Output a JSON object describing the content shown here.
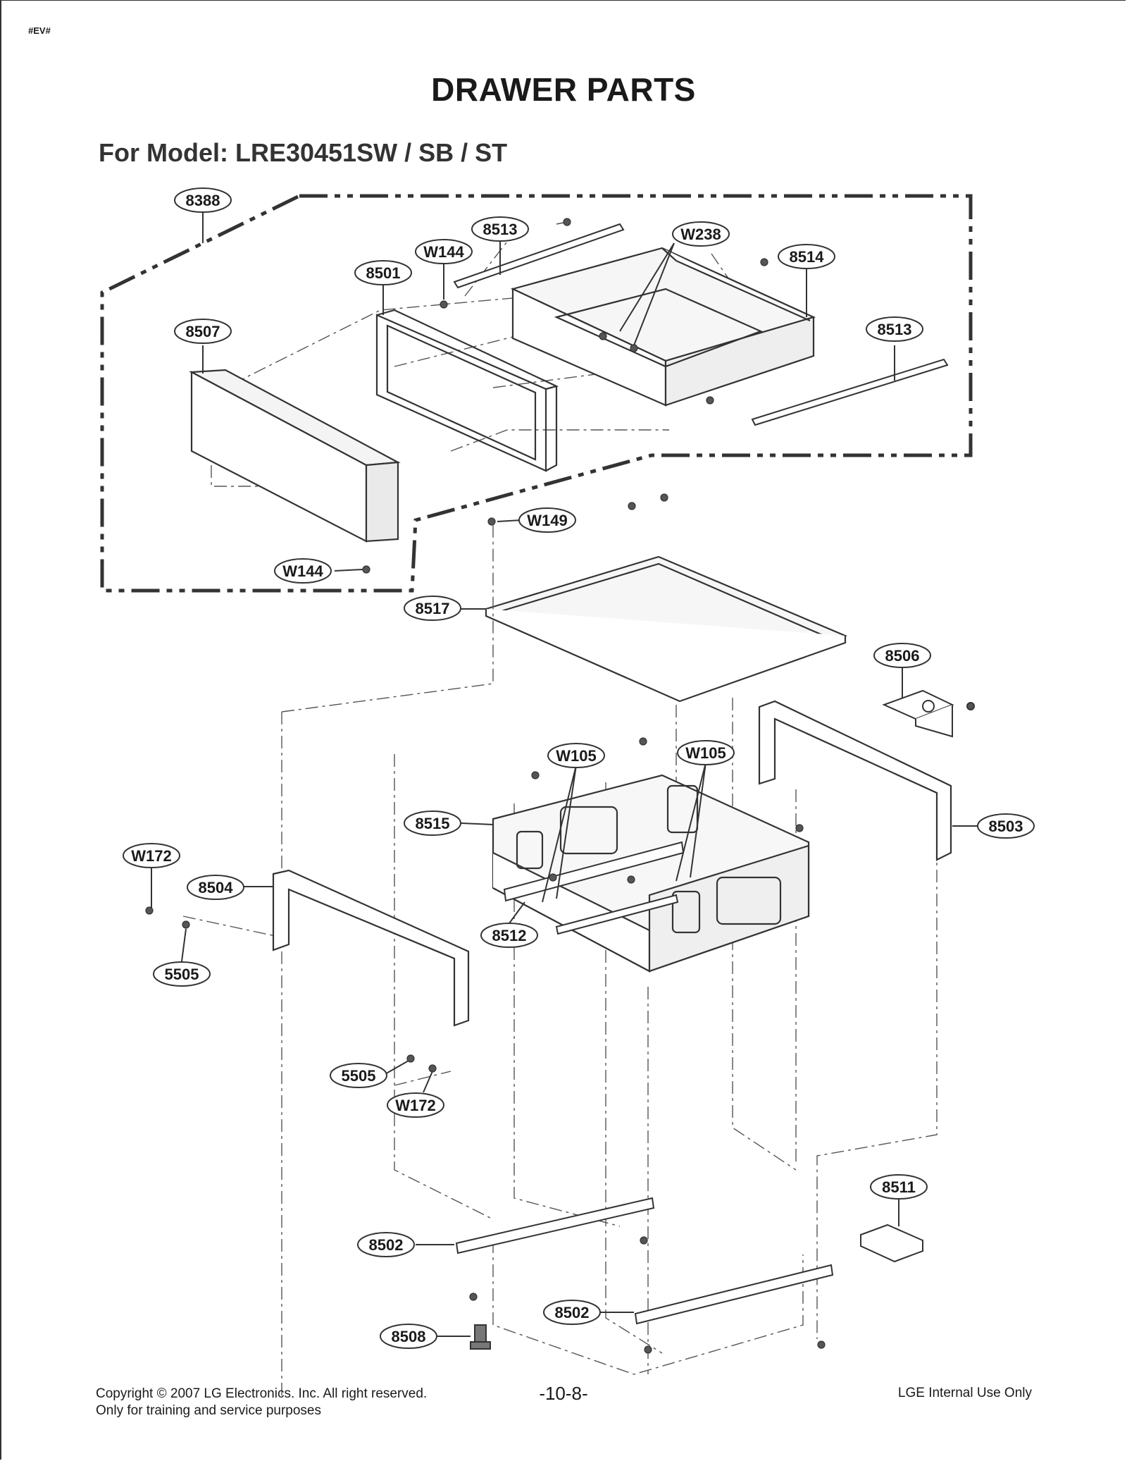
{
  "header": {
    "tag": "#EV#",
    "title": "DRAWER PARTS",
    "subtitle": "For Model: LRE30451SW / SB / ST"
  },
  "callouts": [
    {
      "id": "c-8388",
      "label": "8388"
    },
    {
      "id": "c-8513a",
      "label": "8513"
    },
    {
      "id": "c-w238",
      "label": "W238"
    },
    {
      "id": "c-w144a",
      "label": "W144"
    },
    {
      "id": "c-8514",
      "label": "8514"
    },
    {
      "id": "c-8501",
      "label": "8501"
    },
    {
      "id": "c-8507",
      "label": "8507"
    },
    {
      "id": "c-8513b",
      "label": "8513"
    },
    {
      "id": "c-w149",
      "label": "W149"
    },
    {
      "id": "c-w144b",
      "label": "W144"
    },
    {
      "id": "c-8517",
      "label": "8517"
    },
    {
      "id": "c-8506",
      "label": "8506"
    },
    {
      "id": "c-w105a",
      "label": "W105"
    },
    {
      "id": "c-w105b",
      "label": "W105"
    },
    {
      "id": "c-8515",
      "label": "8515"
    },
    {
      "id": "c-8503",
      "label": "8503"
    },
    {
      "id": "c-w172a",
      "label": "W172"
    },
    {
      "id": "c-8504",
      "label": "8504"
    },
    {
      "id": "c-8512",
      "label": "8512"
    },
    {
      "id": "c-5505a",
      "label": "5505"
    },
    {
      "id": "c-5505b",
      "label": "5505"
    },
    {
      "id": "c-w172b",
      "label": "W172"
    },
    {
      "id": "c-8511",
      "label": "8511"
    },
    {
      "id": "c-8502a",
      "label": "8502"
    },
    {
      "id": "c-8502b",
      "label": "8502"
    },
    {
      "id": "c-8508",
      "label": "8508"
    }
  ],
  "footer": {
    "copyright": "Copyright © 2007 LG Electronics. Inc. All right reserved.",
    "purpose": "Only for training and service purposes",
    "page_number": "-10-8-",
    "internal": "LGE Internal Use Only"
  }
}
